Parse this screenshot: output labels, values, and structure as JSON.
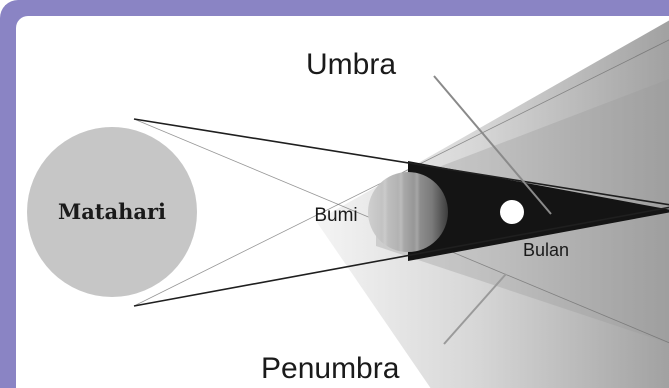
{
  "labels": {
    "sun": "Matahari",
    "earth": "Bumi",
    "moon": "Bulan",
    "umbra": "Umbra",
    "penumbra": "Penumbra"
  },
  "colors": {
    "frame": "#8a84c4",
    "sun": "#c6c6c6",
    "umbra": "#141414",
    "moon": "#ffffff",
    "outline": "#1f1f1f"
  }
}
